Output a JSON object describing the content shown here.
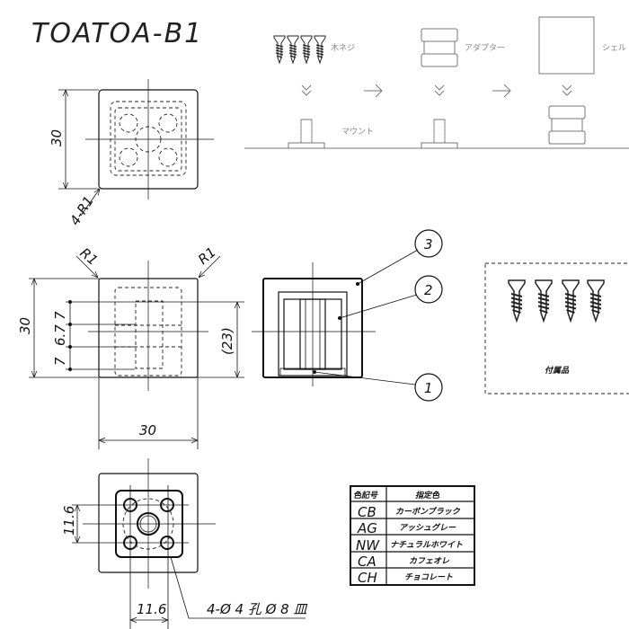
{
  "title": "TOATOA-B1",
  "assembly": {
    "wood_screw_label": "木ネジ",
    "adapter_label": "アダプター",
    "shell_label": "シェル",
    "mount_label": "マウント"
  },
  "top_view": {
    "height_dim": "30",
    "radius_note": "4-R1"
  },
  "front_view": {
    "radius_left": "R1",
    "radius_right": "R1",
    "height_dim": "30",
    "width_dim": "30",
    "pitch_dims": [
      "7",
      "6.7",
      "7"
    ],
    "ref_dim": "(23)"
  },
  "section_view": {
    "balloons": [
      "3",
      "2",
      "1"
    ]
  },
  "accessories": {
    "label": "付属品"
  },
  "bottom_view": {
    "v_pitch": "11.6",
    "h_pitch": "11.6",
    "hole_note": "4-Ø 4 孔 Ø 8 皿"
  },
  "color_table": {
    "headers": [
      "色記号",
      "指定色"
    ],
    "rows": [
      {
        "code": "CB",
        "name": "カーボンブラック"
      },
      {
        "code": "AG",
        "name": "アッシュグレー"
      },
      {
        "code": "NW",
        "name": "ナチュラルホワイト"
      },
      {
        "code": "CA",
        "name": "カフェオレ"
      },
      {
        "code": "CH",
        "name": "チョコレート"
      }
    ]
  }
}
